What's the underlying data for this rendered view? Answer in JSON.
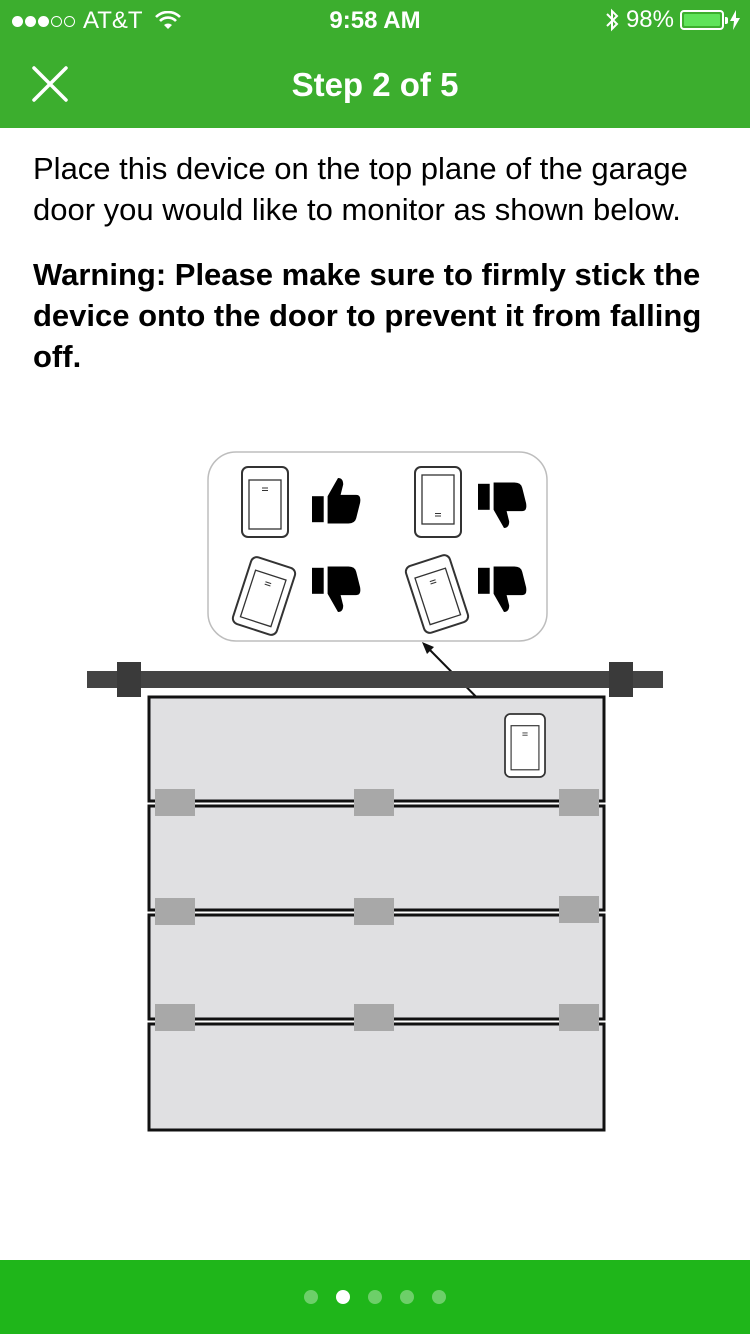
{
  "status_bar": {
    "carrier": "AT&T",
    "time": "9:58 AM",
    "battery": "98%",
    "battery_level": 0.98,
    "signal_bars": 3,
    "signal_total": 5
  },
  "nav": {
    "title": "Step 2 of 5",
    "close_icon": "close-icon"
  },
  "content": {
    "instruction": "Place this device on the top plane of the garage door you would like to monitor as shown below.",
    "warning": "Warning: Please make sure to firmly stick the device onto the door to prevent it from falling off."
  },
  "pager": {
    "total": 5,
    "current": 2
  },
  "colors": {
    "header_green": "#3cae2e",
    "footer_green": "#1fb61a",
    "door_fill": "#e0e0e2",
    "bracket_gray": "#a8a8a8",
    "rail_dark": "#444444"
  }
}
